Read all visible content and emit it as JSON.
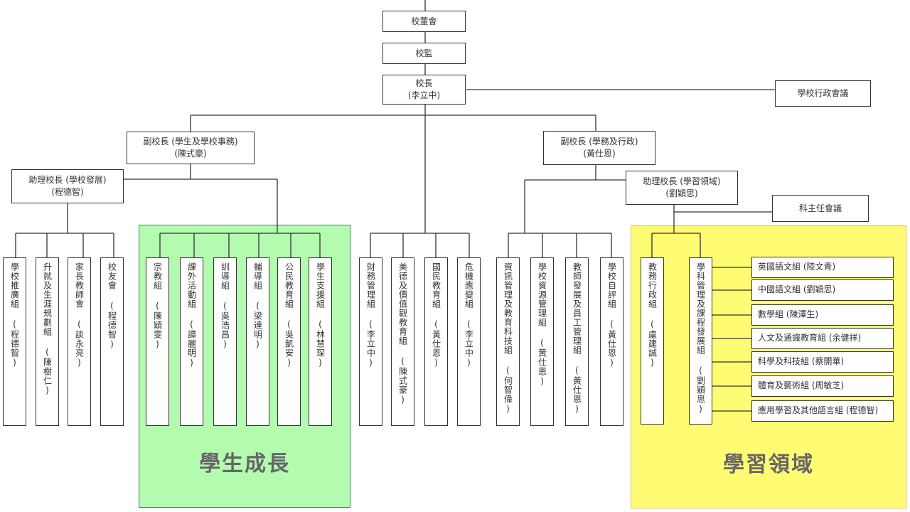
{
  "chart": {
    "top": {
      "board": "校董會",
      "supervisor": "校監",
      "principal_title": "校長",
      "principal_name": "(李立中)",
      "admin_meeting": "學校行政會議"
    },
    "vp_left": {
      "title": "副校長 (學生及學校事務)",
      "name": "(陳式豪)"
    },
    "vp_right": {
      "title": "副校長 (學務及行政)",
      "name": "(黃仕恩)"
    },
    "ap_left": {
      "title": "助理校長 (學校發展)",
      "name": "(程德智)"
    },
    "ap_right": {
      "title": "助理校長 (學習領域)",
      "name": "(劉穎思)"
    },
    "panel_meeting": "科主任會議",
    "groups_dev": [
      "學校推廣組 (程德智)",
      "升就及生涯規劃組 (陳樹仁)",
      "家長教師會 (談永亮)",
      "校友會 (程德智)"
    ],
    "groups_growth": [
      "宗教組 (陳穎雯)",
      "課外活動組 (譚麗明)",
      "訓導組 (吳浩昌)",
      "輔導組 (梁達明)",
      "公民教育組 (吳凱安)",
      "學生支援組 (林慧琛)"
    ],
    "groups_principal": [
      "財務管理組 (李立中)",
      "美德及價值觀教育組 (陳式豪)",
      "國民教育組 (黃仕恩)",
      "危機應變組 (李立中)"
    ],
    "groups_admin": [
      "資訊管理及教育科技組 (何智偉)",
      "學校資源管理組 (黃仕恩)",
      "教師發展及員工管理組 (黃仕恩)",
      "學校自評組 (黃仕恩)"
    ],
    "groups_learning": [
      "教務行政組 (盧建誠)",
      "學科管理及課程發展組 (劉穎思)"
    ],
    "subject_groups": [
      "英國語文組 (陸文青)",
      "中國語文組 (劉穎思)",
      "數學組 (陳澤生)",
      "人文及通識教育組 (余健祥)",
      "科學及科技組 (蔡開華)",
      "體育及藝術組 (周敏芝)",
      "應用學習及其他語言組 (程德智)"
    ],
    "panels": {
      "growth_label": "學生成長",
      "learning_label": "學習領域",
      "growth_color": "#b2fbaf",
      "learning_color": "#fffc73"
    }
  }
}
